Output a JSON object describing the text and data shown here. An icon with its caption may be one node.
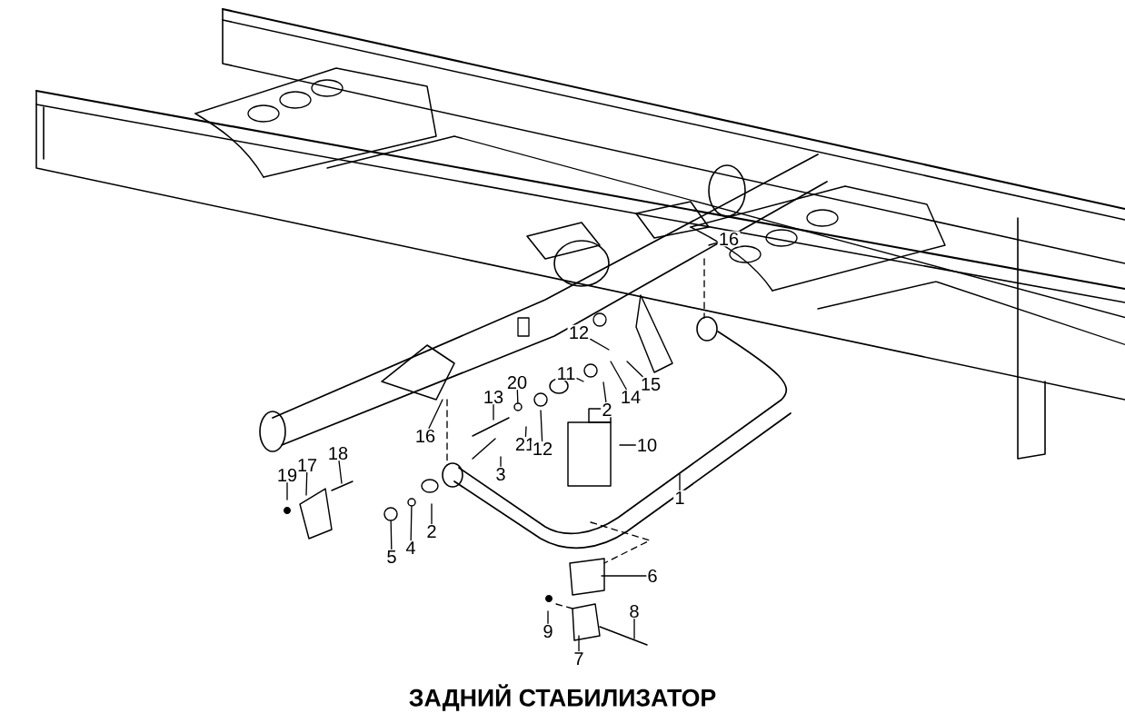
{
  "diagram": {
    "title": "ЗАДНИЙ СТАБИЛИЗАТОР",
    "nodes": [
      {
        "text": [
          "16"
        ]
      },
      {
        "text": [
          "12"
        ]
      },
      {
        "text": [
          "11"
        ]
      },
      {
        "text": [
          "15"
        ]
      },
      {
        "text": [
          "20"
        ]
      },
      {
        "text": [
          "14"
        ]
      },
      {
        "text": [
          "13"
        ]
      },
      {
        "text": [
          "2"
        ]
      },
      {
        "text": [
          "16"
        ]
      },
      {
        "text": [
          "21"
        ]
      },
      {
        "text": [
          "12"
        ]
      },
      {
        "text": [
          "10"
        ]
      },
      {
        "text": [
          "18"
        ]
      },
      {
        "text": [
          "17"
        ]
      },
      {
        "text": [
          "19"
        ]
      },
      {
        "text": [
          "3"
        ]
      },
      {
        "text": [
          "1"
        ]
      },
      {
        "text": [
          "2"
        ]
      },
      {
        "text": [
          "4"
        ]
      },
      {
        "text": [
          "5"
        ]
      },
      {
        "text": [
          "6"
        ]
      },
      {
        "text": [
          "8"
        ]
      },
      {
        "text": [
          "9"
        ]
      },
      {
        "text": [
          "7"
        ]
      },
      {
        "text": [],
        "shape": "circle"
      },
      {
        "text": [],
        "shape": "circle"
      },
      {
        "text": [],
        "shape": "circle"
      }
    ],
    "edges": [
      {
        "from": 0,
        "to": null,
        "arrow": "none"
      },
      {
        "from": 1,
        "to": null,
        "arrow": "none"
      },
      {
        "from": 2,
        "to": null,
        "arrow": "none"
      },
      {
        "from": 3,
        "to": null,
        "arrow": "none"
      },
      {
        "from": 4,
        "to": 26,
        "arrow": "none"
      },
      {
        "from": 5,
        "to": null,
        "arrow": "none"
      },
      {
        "from": 6,
        "to": null,
        "arrow": "none"
      },
      {
        "from": 7,
        "to": null,
        "arrow": "none"
      },
      {
        "from": 8,
        "to": null,
        "arrow": "none"
      },
      {
        "from": 9,
        "to": null,
        "arrow": "none"
      },
      {
        "from": 10,
        "to": null,
        "arrow": "none"
      },
      {
        "from": 11,
        "to": null,
        "arrow": "none"
      },
      {
        "from": 12,
        "to": null,
        "arrow": "none"
      },
      {
        "from": 13,
        "to": null,
        "arrow": "none"
      },
      {
        "from": 14,
        "to": null,
        "arrow": "none"
      },
      {
        "from": 15,
        "to": null,
        "arrow": "none"
      },
      {
        "from": 16,
        "to": null,
        "arrow": "none"
      },
      {
        "from": 17,
        "to": null,
        "arrow": "none"
      },
      {
        "from": 18,
        "to": 25,
        "arrow": "none"
      },
      {
        "from": 19,
        "to": 24,
        "arrow": "none"
      },
      {
        "from": 20,
        "to": null,
        "arrow": "none"
      },
      {
        "from": 21,
        "to": null,
        "arrow": "none"
      },
      {
        "from": 22,
        "to": null,
        "arrow": "none"
      },
      {
        "from": 23,
        "to": null,
        "arrow": "none"
      }
    ]
  }
}
